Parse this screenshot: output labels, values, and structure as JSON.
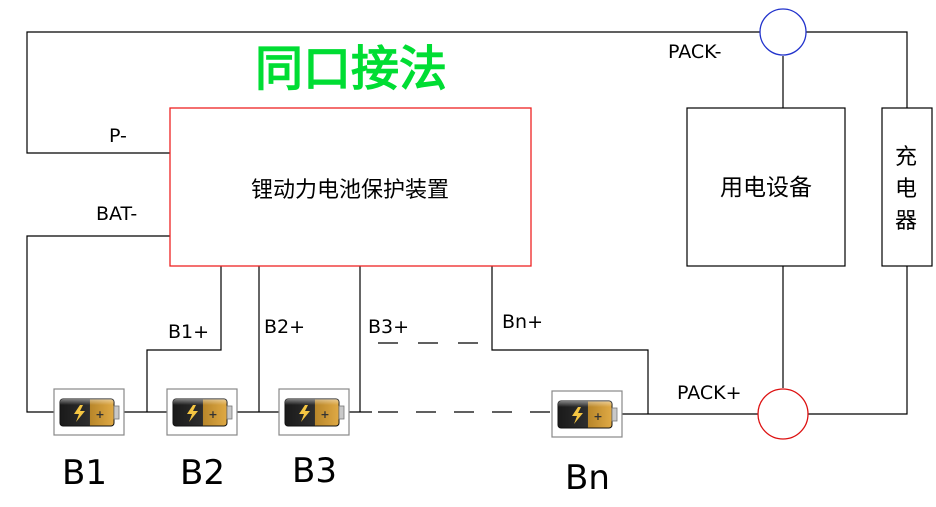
{
  "title": "同口接法",
  "protection_board": {
    "label": "锂动力电池保护装置"
  },
  "device": {
    "label": "用电设备"
  },
  "charger": {
    "label": "充电器",
    "chars": [
      "充",
      "电",
      "器"
    ]
  },
  "terminals": {
    "p_minus": "P-",
    "bat_minus": "BAT-",
    "pack_minus": "PACK-",
    "pack_plus": "PACK+",
    "b1_plus": "B1+",
    "b2_plus": "B2+",
    "b3_plus": "B3+",
    "bn_plus": "Bn+"
  },
  "cells": [
    "B1",
    "B2",
    "B3",
    "Bn"
  ],
  "colors": {
    "title": "#00dd33",
    "board_border": "#ee2222",
    "pack_minus_circle": "#2233cc",
    "pack_plus_circle": "#dd1111"
  },
  "icons": {
    "battery": "battery-icon"
  }
}
